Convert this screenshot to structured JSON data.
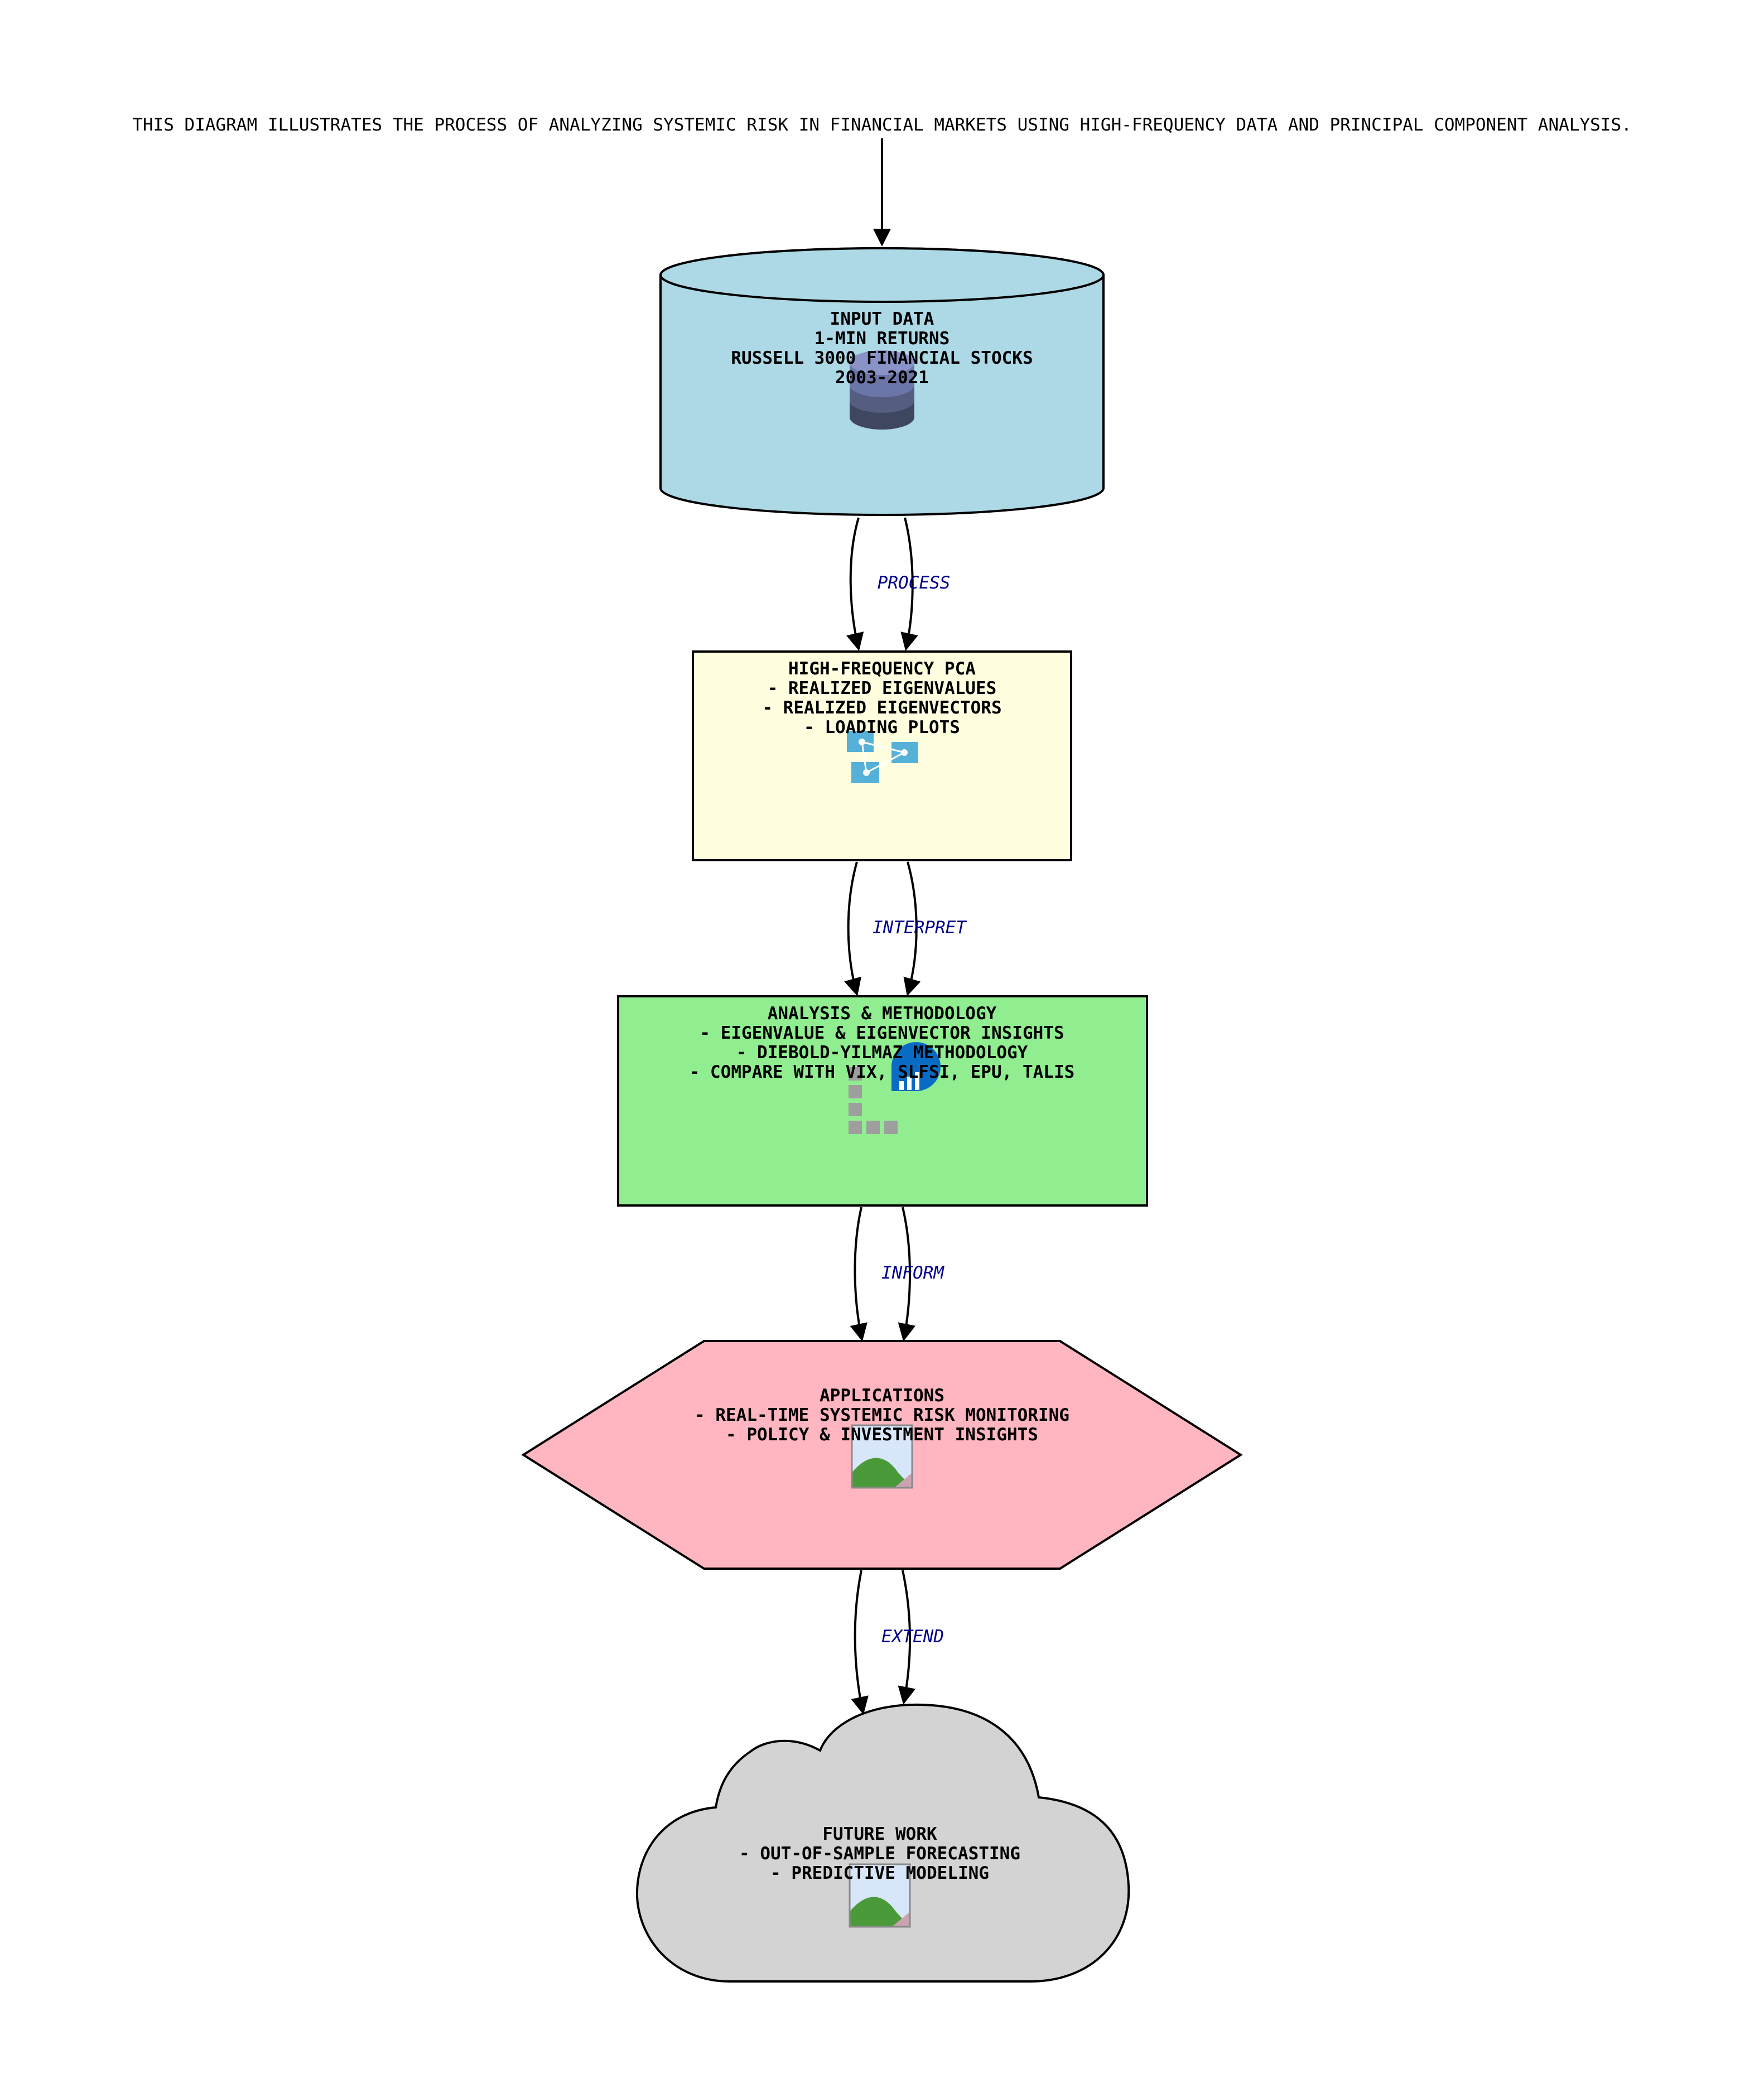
{
  "caption": "THIS DIAGRAM ILLUSTRATES THE PROCESS OF ANALYZING SYSTEMIC RISK IN FINANCIAL MARKETS USING HIGH-FREQUENCY DATA AND PRINCIPAL COMPONENT ANALYSIS.",
  "nodes": {
    "input": {
      "lines": [
        "INPUT DATA",
        "1-MIN RETURNS",
        "RUSSELL 3000 FINANCIAL STOCKS",
        "2003-2021"
      ],
      "fill": "#add8e6",
      "icon": "database-icon"
    },
    "pca": {
      "lines": [
        "HIGH-FREQUENCY PCA",
        "- REALIZED EIGENVALUES",
        "- REALIZED EIGENVECTORS",
        "- LOADING PLOTS"
      ],
      "fill": "#ffffe0",
      "icon": "network-icon"
    },
    "analysis": {
      "lines": [
        "ANALYSIS & METHODOLOGY",
        "- EIGENVALUE & EIGENVECTOR INSIGHTS",
        "- DIEBOLD-YILMAZ METHODOLOGY",
        "- COMPARE WITH VIX, SLFSI, EPU, TALIS"
      ],
      "fill": "#90ee90",
      "icon": "analytics-icon"
    },
    "applications": {
      "lines": [
        "APPLICATIONS",
        "- REAL-TIME SYSTEMIC RISK MONITORING",
        "- POLICY & INVESTMENT INSIGHTS"
      ],
      "fill": "#ffb6c1",
      "icon": "broken-image-icon"
    },
    "future": {
      "lines": [
        "FUTURE WORK",
        "- OUT-OF-SAMPLE FORECASTING",
        "- PREDICTIVE MODELING"
      ],
      "fill": "#d3d3d3",
      "icon": "broken-image-icon"
    }
  },
  "edges": {
    "process": "PROCESS",
    "interpret": "INTERPRET",
    "inform": "INFORM",
    "extend": "EXTEND"
  }
}
